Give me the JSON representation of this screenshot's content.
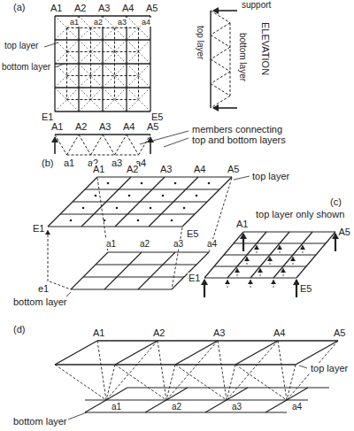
{
  "diagram": {
    "labels": [
      "(a)",
      "A1",
      "A2",
      "A3",
      "A4",
      "A5",
      "a1",
      "a2",
      "a3",
      "a4",
      "top layer",
      "bottom layer",
      "E1",
      "E5",
      "A1",
      "A2",
      "A3",
      "A4",
      "A5",
      "a1",
      "a2",
      "a3",
      "a4",
      "top layer",
      "bottom layer",
      "support",
      "ELEVATION",
      "members connecting top and bottom layers",
      "(b)",
      "A1",
      "A2",
      "A3",
      "A4",
      "A5",
      "top layer",
      "E1",
      "e1",
      "E5",
      "a1",
      "a2",
      "a3",
      "a4",
      "bottom layer",
      "(c)",
      "top layer only shown",
      "A1",
      "A5",
      "E1",
      "E5",
      "(d)",
      "A1",
      "A2",
      "A3",
      "A4",
      "A5",
      "a1",
      "a2",
      "a3",
      "a4",
      "top layer",
      "bottom layer"
    ]
  }
}
